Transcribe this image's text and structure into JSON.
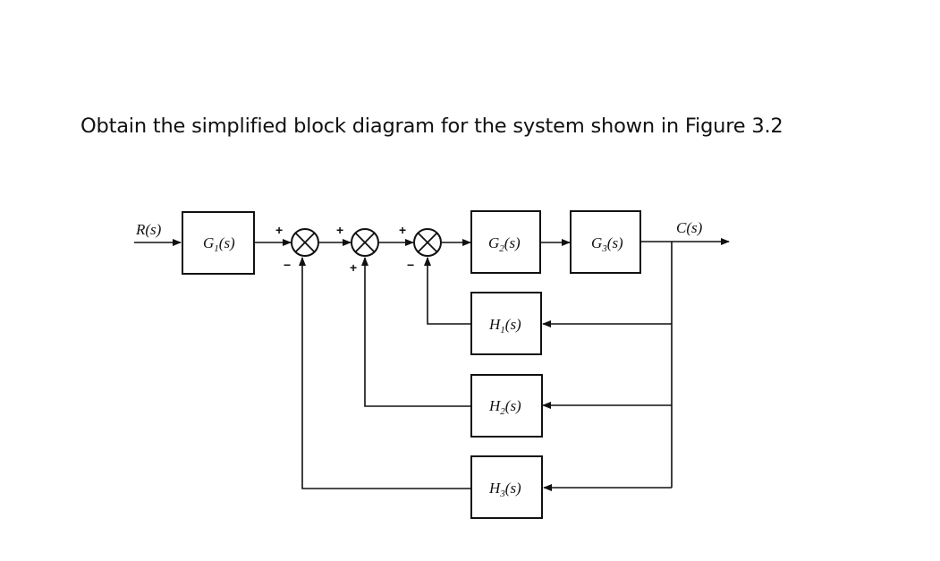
{
  "question": "Obtain the simplified block diagram for the system shown in Figure 3.2",
  "diagram": {
    "input_label": "R(s)",
    "output_label": "C(s)",
    "forward_blocks": [
      {
        "name": "G",
        "sub": "1",
        "label": "G1(s)"
      },
      {
        "name": "G",
        "sub": "2",
        "label": "G2(s)"
      },
      {
        "name": "G",
        "sub": "3",
        "label": "G3(s)"
      }
    ],
    "feedback_blocks": [
      {
        "name": "H",
        "sub": "1",
        "label": "H1(s)"
      },
      {
        "name": "H",
        "sub": "2",
        "label": "H2(s)"
      },
      {
        "name": "H",
        "sub": "3",
        "label": "H3(s)"
      }
    ],
    "summing_junctions": [
      {
        "top_sign": "+",
        "bottom_sign": "−"
      },
      {
        "top_sign": "+",
        "bottom_sign": "+"
      },
      {
        "top_sign": "+",
        "bottom_sign": "−"
      }
    ]
  }
}
